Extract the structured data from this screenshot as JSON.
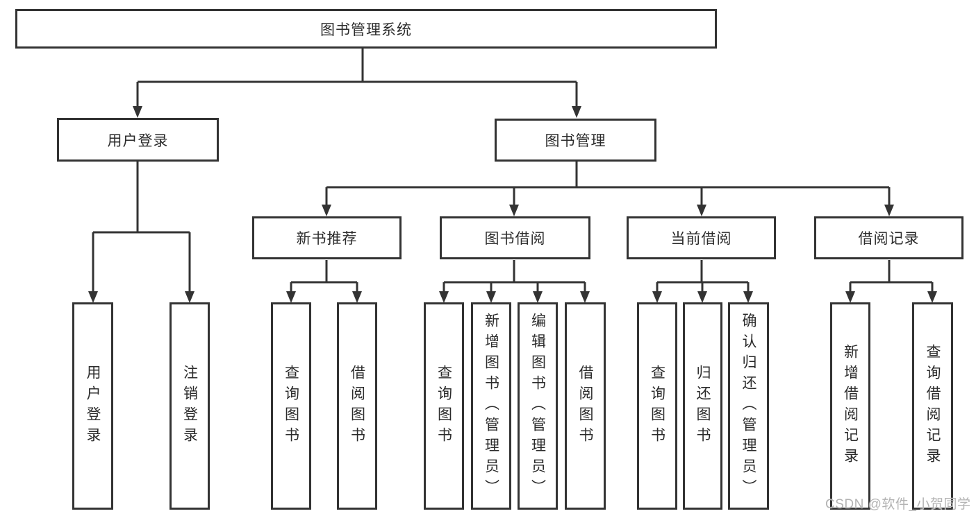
{
  "diagram": {
    "title": "图书管理系统",
    "branches": [
      {
        "label": "用户登录",
        "children": [
          {
            "label": "用户登录"
          },
          {
            "label": "注销登录"
          }
        ]
      },
      {
        "label": "图书管理",
        "children": [
          {
            "label": "新书推荐",
            "children": [
              {
                "label": "查询图书"
              },
              {
                "label": "借阅图书"
              }
            ]
          },
          {
            "label": "图书借阅",
            "children": [
              {
                "label": "查询图书"
              },
              {
                "label": "新增图书（管理员）"
              },
              {
                "label": "编辑图书（管理员）"
              },
              {
                "label": "借阅图书"
              }
            ]
          },
          {
            "label": "当前借阅",
            "children": [
              {
                "label": "查询图书"
              },
              {
                "label": "归还图书"
              },
              {
                "label": "确认归还（管理员）"
              }
            ]
          },
          {
            "label": "借阅记录",
            "children": [
              {
                "label": "新增借阅记录"
              },
              {
                "label": "查询借阅记录"
              }
            ]
          }
        ]
      }
    ]
  },
  "watermark": {
    "text": "CSDN @软件_小贺同学"
  },
  "colors": {
    "line": "#333333",
    "text": "#2b2b2b",
    "background": "#ffffff",
    "watermark": "#b3b3b3"
  }
}
